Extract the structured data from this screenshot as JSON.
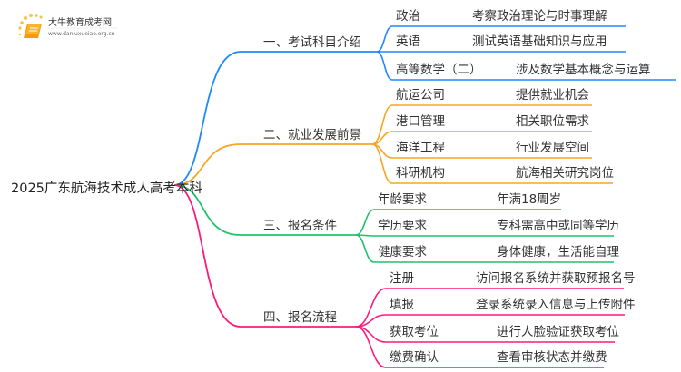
{
  "logo": {
    "title": "大牛教育成考网",
    "url": "www.daniuxueiao.org.cn",
    "icon": "book-icon"
  },
  "root": {
    "label": "2025广东航海技术成人高考本科"
  },
  "branches": [
    {
      "label": "一、考试科目介绍",
      "color": "#1e88ff",
      "children": [
        {
          "label": "政治",
          "detail": "考察政治理论与时事理解"
        },
        {
          "label": "英语",
          "detail": "测试英语基础知识与应用"
        },
        {
          "label": "高等数学（二）",
          "detail": "涉及数学基本概念与运算"
        }
      ]
    },
    {
      "label": "二、就业发展前景",
      "color": "#f5a623",
      "children": [
        {
          "label": "航运公司",
          "detail": "提供就业机会"
        },
        {
          "label": "港口管理",
          "detail": "相关职位需求"
        },
        {
          "label": "海洋工程",
          "detail": "行业发展空间"
        },
        {
          "label": "科研机构",
          "detail": "航海相关研究岗位"
        }
      ]
    },
    {
      "label": "三、报名条件",
      "color": "#1ec26a",
      "children": [
        {
          "label": "年龄要求",
          "detail": "年满18周岁"
        },
        {
          "label": "学历要求",
          "detail": "专科需高中或同等学历"
        },
        {
          "label": "健康要求",
          "detail": "身体健康，生活能自理"
        }
      ]
    },
    {
      "label": "四、报名流程",
      "color": "#ff1a7a",
      "children": [
        {
          "label": "注册",
          "detail": "访问报名系统并获取预报名号"
        },
        {
          "label": "填报",
          "detail": "登录系统录入信息与上传附件"
        },
        {
          "label": "获取考位",
          "detail": "进行人脸验证获取考位"
        },
        {
          "label": "缴费确认",
          "detail": "查看审核状态并缴费"
        }
      ]
    }
  ]
}
